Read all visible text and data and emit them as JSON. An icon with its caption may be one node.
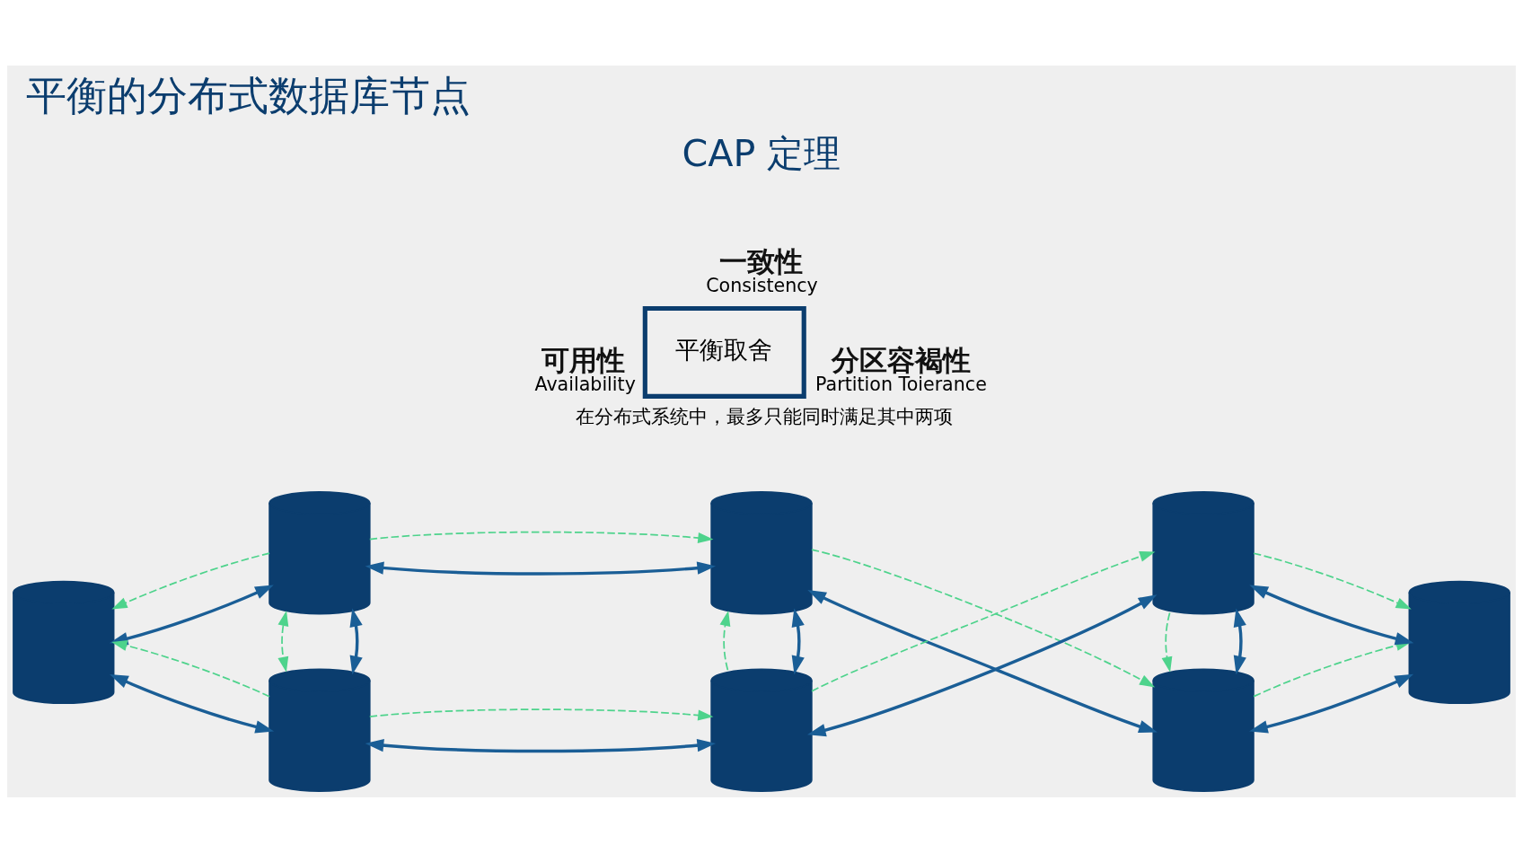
{
  "diagram": {
    "title": "平衡的分布式数据库节点",
    "nodes": [
      {
        "text": [
          "平衡取舍"
        ],
        "beside": [
          "一致性",
          "Consistency",
          "可用性",
          "Availability",
          "分区容褐性",
          "Partition Toierance",
          "在分布式系统中，最多只能同时满足其中两项"
        ]
      },
      {
        "text": [],
        "shape": "cylinder"
      },
      {
        "text": [],
        "shape": "cylinder"
      },
      {
        "text": [],
        "shape": "cylinder"
      },
      {
        "text": [],
        "shape": "cylinder"
      },
      {
        "text": [],
        "shape": "cylinder"
      },
      {
        "text": [],
        "shape": "cylinder"
      },
      {
        "text": [],
        "shape": "cylinder"
      },
      {
        "text": [],
        "shape": "cylinder"
      }
    ],
    "edges": [
      {
        "from": 1,
        "to": 2,
        "arrow": "both"
      },
      {
        "from": 2,
        "to": 1,
        "arrow": "to",
        "style": "dashed",
        "color": "#4ed38c"
      },
      {
        "from": 1,
        "to": 3,
        "arrow": "both"
      },
      {
        "from": 3,
        "to": 1,
        "arrow": "to",
        "style": "dashed",
        "color": "#4ed38c"
      },
      {
        "from": 2,
        "to": 3,
        "arrow": "both"
      },
      {
        "from": 2,
        "to": 3,
        "arrow": "both",
        "style": "dashed",
        "color": "#4ed38c"
      },
      {
        "from": 2,
        "to": 4,
        "arrow": "both"
      },
      {
        "from": 2,
        "to": 4,
        "arrow": "to",
        "style": "dashed",
        "color": "#4ed38c"
      },
      {
        "from": 3,
        "to": 5,
        "arrow": "both"
      },
      {
        "from": 3,
        "to": 5,
        "arrow": "to",
        "style": "dashed",
        "color": "#4ed38c"
      },
      {
        "from": 4,
        "to": 5,
        "arrow": "both"
      },
      {
        "from": 5,
        "to": 4,
        "arrow": "to",
        "style": "dashed",
        "color": "#4ed38c"
      },
      {
        "from": 4,
        "to": 6,
        "arrow": "both"
      },
      {
        "from": 4,
        "to": 6,
        "arrow": "to",
        "style": "dashed",
        "color": "#4ed38c"
      },
      {
        "from": 5,
        "to": 7,
        "arrow": "both"
      },
      {
        "from": 5,
        "to": 7,
        "arrow": "to",
        "style": "dashed",
        "color": "#4ed38c"
      },
      {
        "from": 6,
        "to": 7,
        "arrow": "both"
      },
      {
        "from": 7,
        "to": 6,
        "arrow": "to",
        "style": "dashed",
        "color": "#4ed38c"
      },
      {
        "from": 6,
        "to": 8,
        "arrow": "both"
      },
      {
        "from": 6,
        "to": 8,
        "arrow": "to",
        "style": "dashed",
        "color": "#4ed38c"
      },
      {
        "from": 7,
        "to": 8,
        "arrow": "both"
      },
      {
        "from": 7,
        "to": 8,
        "arrow": "to",
        "style": "dashed",
        "color": "#4ed38c"
      }
    ],
    "labels": [
      "CAP 定理"
    ]
  }
}
